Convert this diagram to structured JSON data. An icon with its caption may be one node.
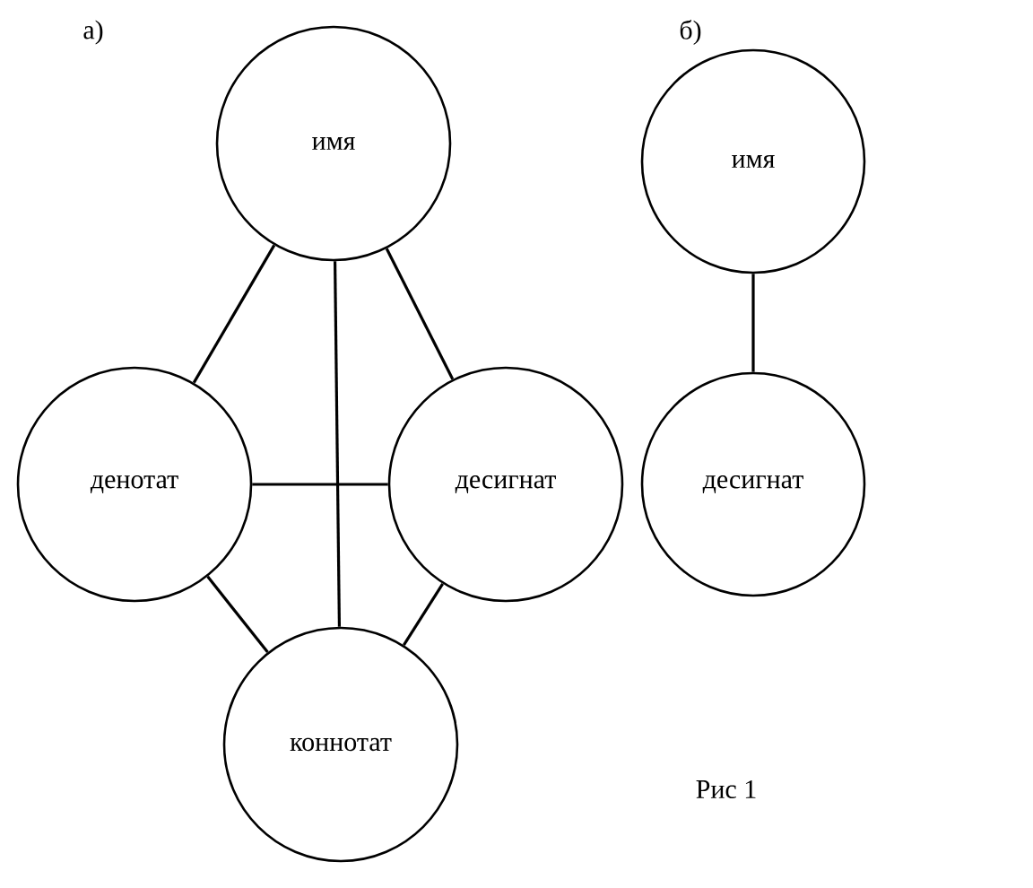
{
  "diagram": {
    "nodes": [
      {
        "text": [
          "имя"
        ]
      },
      {
        "text": [
          "денотат"
        ]
      },
      {
        "text": [
          "десигнат"
        ]
      },
      {
        "text": [
          "коннотат"
        ]
      },
      {
        "text": [
          "имя"
        ]
      },
      {
        "text": [
          "десигнат"
        ]
      }
    ],
    "edges": [
      {
        "from": 0,
        "to": 1,
        "arrow": "none"
      },
      {
        "from": 0,
        "to": 3,
        "arrow": "none"
      },
      {
        "from": 0,
        "to": 2,
        "arrow": "none"
      },
      {
        "from": 1,
        "to": 2,
        "arrow": "none"
      },
      {
        "from": 1,
        "to": 3,
        "arrow": "none"
      },
      {
        "from": 2,
        "to": 3,
        "arrow": "none"
      },
      {
        "from": 4,
        "to": 5,
        "arrow": "none"
      }
    ],
    "labels": [
      "а)",
      "б)",
      "Рис 1"
    ]
  }
}
